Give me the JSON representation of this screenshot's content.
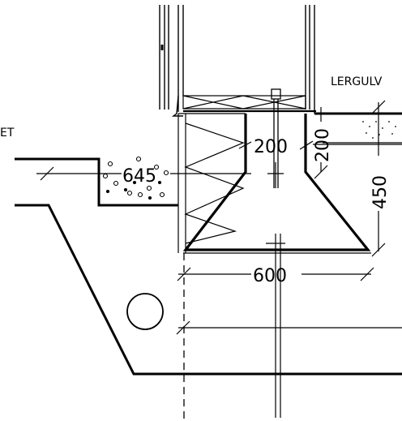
{
  "labels": {
    "left_edge": "ET",
    "top_right": "LERGULV"
  },
  "dimensions": {
    "footing_width": "600",
    "top_width": "200",
    "top_height": "200",
    "footing_height": "450",
    "left_offset": "645"
  },
  "colors": {
    "line": "#000000",
    "background": "#ffffff"
  }
}
